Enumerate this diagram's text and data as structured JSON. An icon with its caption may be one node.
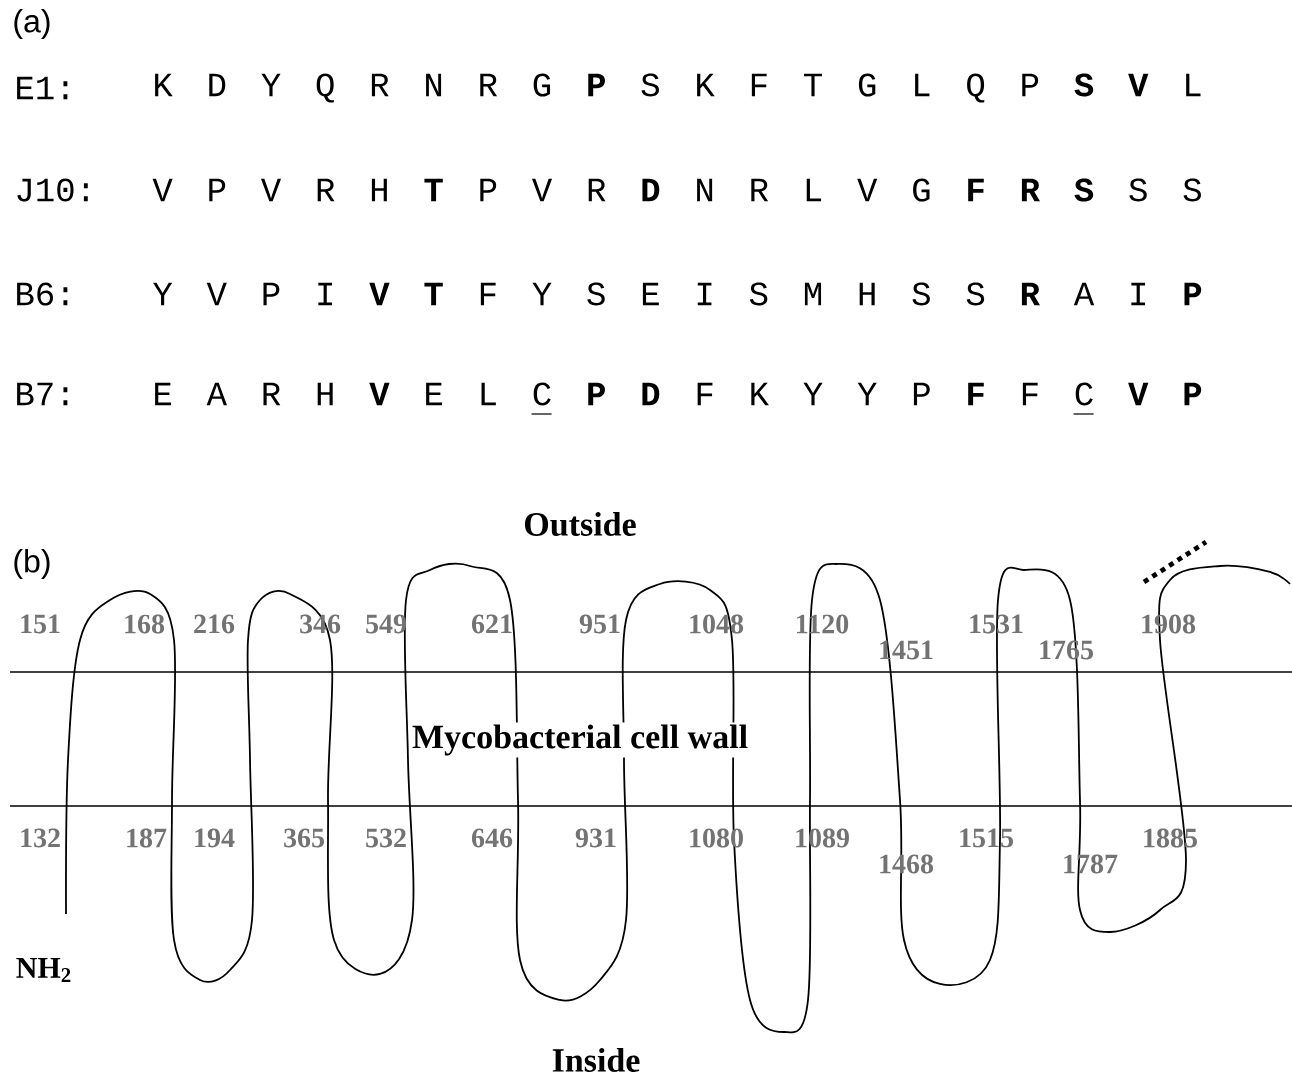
{
  "diagram": {
    "nodes": [
      {
        "text": [
          "Mycobacterial cell wall"
        ]
      }
    ],
    "labels": [
      "(a)",
      "E1:",
      "K D Y Q R N R G **P** S K F T G L Q P **S** **V** L",
      "J10:",
      "V P V R H **T** P V R **D** N R L V G **F** **R** **S** S S",
      "B6:",
      "Y V P I **V** **T** F Y S E I S M H S S **R** A I **P**",
      "B7:",
      "E A R H **V** E L C **P** **D** F K Y Y P **F** F C **V** **P**",
      "(b)",
      "Outside",
      "151",
      "168",
      "216",
      "346",
      "549",
      "621",
      "951",
      "1048",
      "1120",
      "1451",
      "1531",
      "1765",
      "1908",
      "132",
      "187",
      "194",
      "365",
      "532",
      "646",
      "931",
      "1080",
      "1089",
      "1468",
      "1515",
      "1787",
      "1885",
      "NH$_{2}$",
      "Inside"
    ]
  }
}
